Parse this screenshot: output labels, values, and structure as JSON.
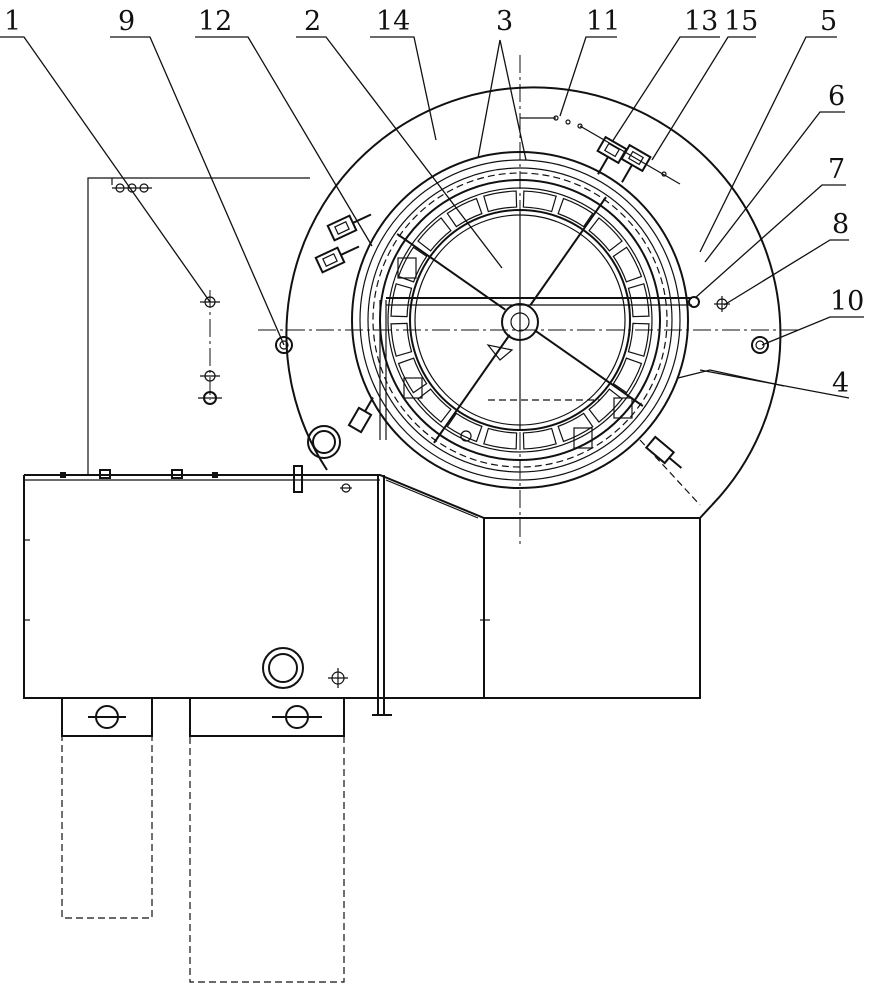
{
  "labels": [
    {
      "id": "1",
      "text": "1"
    },
    {
      "id": "9",
      "text": "9"
    },
    {
      "id": "12",
      "text": "12"
    },
    {
      "id": "2",
      "text": "2"
    },
    {
      "id": "14",
      "text": "14"
    },
    {
      "id": "3",
      "text": "3"
    },
    {
      "id": "11",
      "text": "11"
    },
    {
      "id": "13",
      "text": "13"
    },
    {
      "id": "15",
      "text": "15"
    },
    {
      "id": "5",
      "text": "5"
    },
    {
      "id": "6",
      "text": "6"
    },
    {
      "id": "7",
      "text": "7"
    },
    {
      "id": "8",
      "text": "8"
    },
    {
      "id": "10",
      "text": "10"
    },
    {
      "id": "4",
      "text": "4"
    }
  ]
}
